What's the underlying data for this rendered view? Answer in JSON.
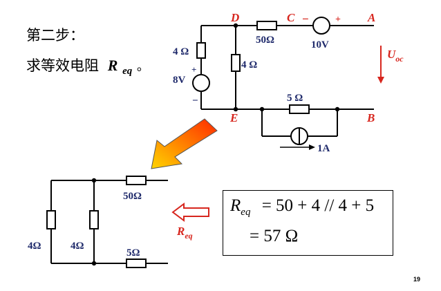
{
  "step": {
    "title": "第二步：",
    "task_prefix": "求等效电阻",
    "symbol_main": "R",
    "symbol_sub": "eq",
    "task_suffix": "。"
  },
  "top_circuit": {
    "nodes": {
      "D": "D",
      "C": "C",
      "A": "A",
      "E": "E",
      "B": "B"
    },
    "resistor_dc": "50Ω",
    "source_top_value": "10V",
    "source_top_minus": "−",
    "source_top_plus": "+",
    "resistor_left": "4 Ω",
    "source_left_value": "8V",
    "source_left_plus": "+",
    "source_left_minus": "−",
    "resistor_mid": "4 Ω",
    "resistor_eb": "5 Ω",
    "current_source": "1A",
    "uoc_main": "U",
    "uoc_sub": "oc"
  },
  "bottom_circuit": {
    "resistor_top": "50Ω",
    "resistor_left": "4Ω",
    "resistor_mid": "4Ω",
    "resistor_bottom": "5Ω",
    "req_main": "R",
    "req_sub": "eq"
  },
  "equation": {
    "lhs_main": "R",
    "lhs_sub": "eq",
    "line1_rhs": "= 50 + 4 // 4 + 5",
    "line2_rhs": "= 57  Ω"
  },
  "colors": {
    "label_blue": "#1f2a6b",
    "node_red": "#d7261e",
    "arrow_gradient_start": "#ff2a00",
    "arrow_gradient_end": "#ffd400"
  },
  "page_number": "19"
}
